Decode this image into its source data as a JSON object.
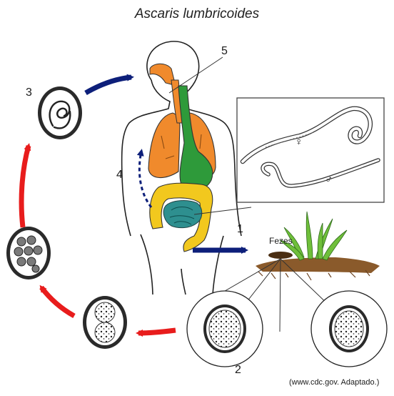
{
  "title": "Ascaris lumbricoides",
  "steps": {
    "s1": "1",
    "s2": "2",
    "s3": "3",
    "s4": "4",
    "s5": "5"
  },
  "labels": {
    "feces": "Fezes",
    "female": "♀",
    "male": "♂"
  },
  "credit": "(www.cdc.gov. Adaptado.)",
  "colors": {
    "arrow_blue": "#0d1f7a",
    "arrow_red": "#e81c1c",
    "lungs": "#f08a2c",
    "stomach": "#2e9a3a",
    "small_intestine": "#2e8f8f",
    "large_intestine": "#f2c81e",
    "soil": "#8a5a2b"
  },
  "icons": [
    "human-body-outline",
    "worm-pair",
    "egg",
    "grass",
    "feces-pile"
  ]
}
